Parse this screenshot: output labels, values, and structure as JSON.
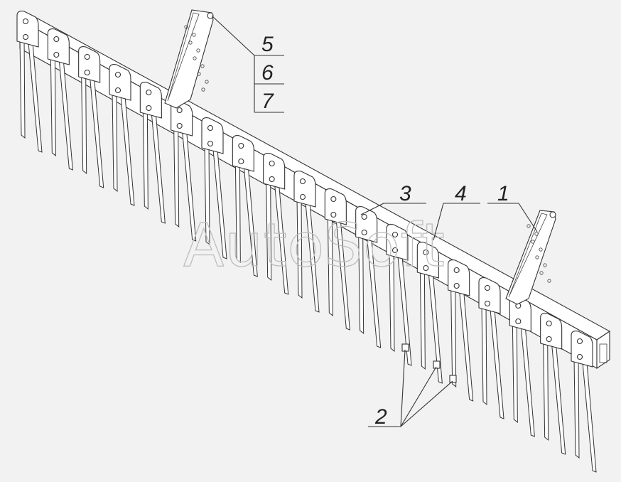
{
  "diagram": {
    "callouts": {
      "c1": "1",
      "c2": "2",
      "c3": "3",
      "c4": "4",
      "c5": "5",
      "c6": "6",
      "c7": "7"
    },
    "watermark": "AutoSoft",
    "tine_count": 19
  }
}
